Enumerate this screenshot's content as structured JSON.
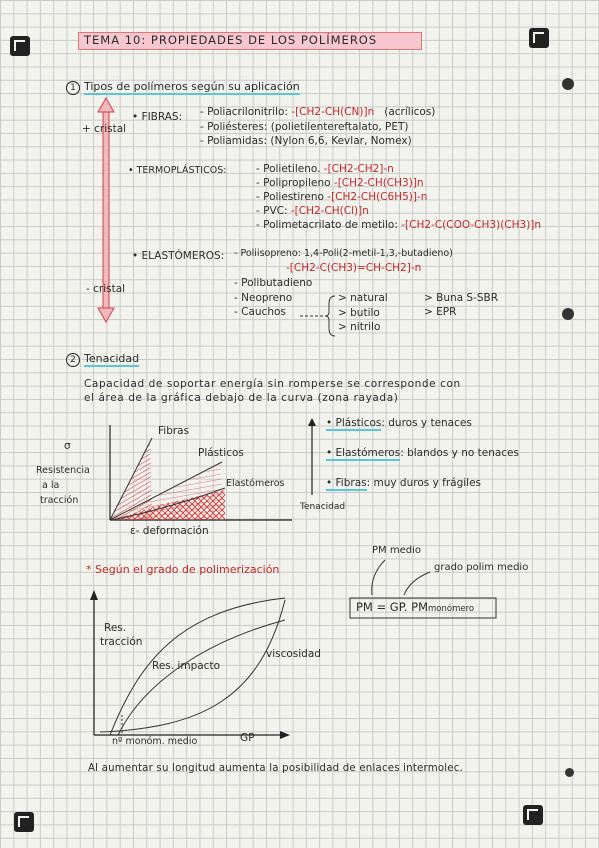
{
  "title": "TEMA 10: PROPIEDADES DE LOS POLÍMEROS",
  "section1": {
    "num": "1",
    "heading": "Tipos de polímeros según su aplicación",
    "plus_cristal": "+ cristal",
    "minus_cristal": "- cristal",
    "fibras": {
      "label": "• FIBRAS:",
      "l1": "- Poliacrilonitrilo:",
      "l1f": "-[CH2-CH(CN)]n",
      "l1n": "(acrílicos)",
      "l2": "- Poliésteres: (polietilentereftalato, PET)",
      "l3": "- Poliamidas: (Nylon 6,6, Kevlar, Nomex)"
    },
    "termo": {
      "label": "• TERMOPLÁSTICOS:",
      "l1": "- Polietileno.",
      "l1f": "-[CH2-CH2]-n",
      "l2": "- Polipropileno",
      "l2f": "-[CH2-CH(CH3)]n",
      "l3": "- Poliestireno",
      "l3f": "-[CH2-CH(C6H5)]-n",
      "l4": "- PVC:",
      "l4f": "-[CH2-CH(Cl)]n",
      "l5": "- Polimetacrilato de metilo:",
      "l5f": "-[CH2-C(COO-CH3)(CH3)]n"
    },
    "elasto": {
      "label": "• ELASTÓMEROS:",
      "l1": "- Poliisopreno: 1,4-Poli(2-metil-1,3,-butadieno)",
      "l1f": "-[CH2-C(CH3)=CH-CH2]-n",
      "l2": "- Polibutadieno",
      "l3": "- Neopreno",
      "l4": "- Cauchos",
      "c1": "> natural",
      "c2": "> butilo",
      "c3": "> nitrilo",
      "c4": "> Buna S-SBR",
      "c5": "> EPR"
    }
  },
  "section2": {
    "num": "2",
    "heading": "Tenacidad",
    "p1": "Capacidad de soportar energía sin romperse se corresponde con",
    "p2": "el área de la gráfica debajo de la curva (zona rayada)",
    "graph1": {
      "y1": "σ",
      "y2": "Resistencia",
      "y3": "a la",
      "y4": "tracción",
      "x": "ε- deformación",
      "fibras": "Fibras",
      "plasticos": "Plásticos",
      "elastomeros": "Elastómeros"
    },
    "list": {
      "p": "• Plásticos",
      "pt": ": duros y tenaces",
      "e": "• Elastómeros",
      "et": ": blandos y no tenaces",
      "f": "• Fibras",
      "ft": ": muy duros y frágiles",
      "axis": "Tenacidad"
    }
  },
  "section3": {
    "heading": "* Según el grado de polimerización",
    "pm_medio": "PM medio",
    "gp_medio": "grado polim medio",
    "formula_a": "PM = GP. PM",
    "formula_b": "monómero",
    "res_traccion1": "Res.",
    "res_traccion2": "tracción",
    "res_impacto": "Res. impacto",
    "viscosidad": "viscosidad",
    "x1": "nº monóm. medio",
    "x2": "GP",
    "footer": "Al aumentar su longitud aumenta la posibilidad de enlaces intermolec."
  },
  "colors": {
    "highlight": "#f6c7cf",
    "formula": "#c0282a",
    "accent": "#5fc4d6"
  }
}
